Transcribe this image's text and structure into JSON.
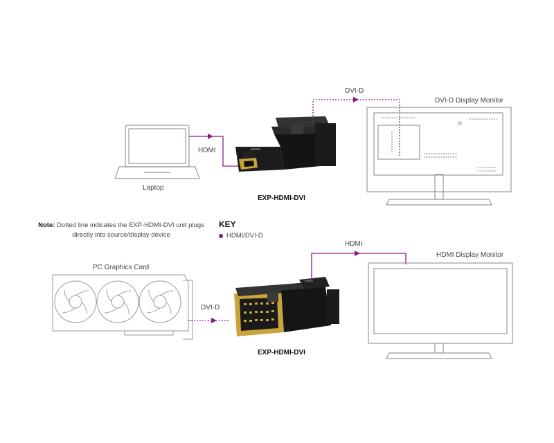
{
  "top": {
    "source_label": "Laptop",
    "in_cable_label": "HDMI",
    "out_cable_label": "DVI-D",
    "adapter_label": "EXP-HDMI-DVI",
    "display_label": "DVI-D Display Monitor"
  },
  "bottom": {
    "source_label": "PC Graphics Card",
    "in_cable_label": "DVI-D",
    "out_cable_label": "HDMI",
    "adapter_label": "EXP-HDMI-DVI",
    "display_label": "HDMI Display Monitor"
  },
  "note": {
    "prefix": "Note:",
    "text": " Dotted line indicates the EXP-HDMI-DVI unit plugs directly into source/display device"
  },
  "key": {
    "title": "KEY",
    "items": [
      {
        "label": "HDMI/DVI-D",
        "color": "#8a1a8a"
      }
    ]
  },
  "colors": {
    "line": "#8a1a8a",
    "outline": "#9a9a9a",
    "adapter_body": "#1c1c1c",
    "gold": "#c9a43a"
  }
}
